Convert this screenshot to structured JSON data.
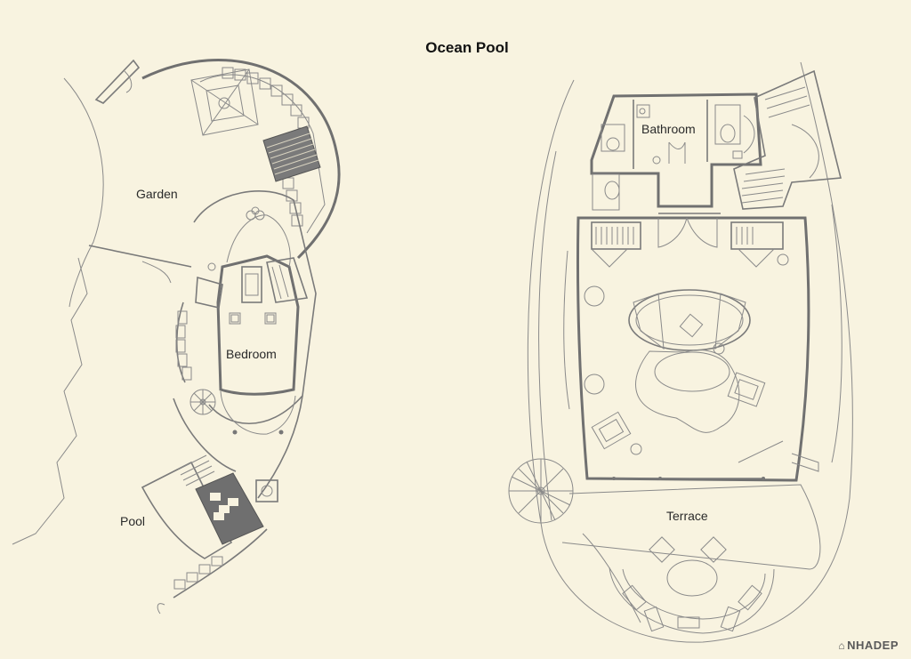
{
  "title": "Ocean Pool",
  "rooms": {
    "garden": "Garden",
    "bedroom": "Bedroom",
    "pool": "Pool",
    "bathroom": "Bathroom",
    "terrace": "Terrace"
  },
  "watermark": {
    "text": "NHADEP",
    "glyph": "⌂"
  },
  "colors": {
    "background": "#f8f3e0",
    "walls": "#707070",
    "text": "#111111"
  }
}
